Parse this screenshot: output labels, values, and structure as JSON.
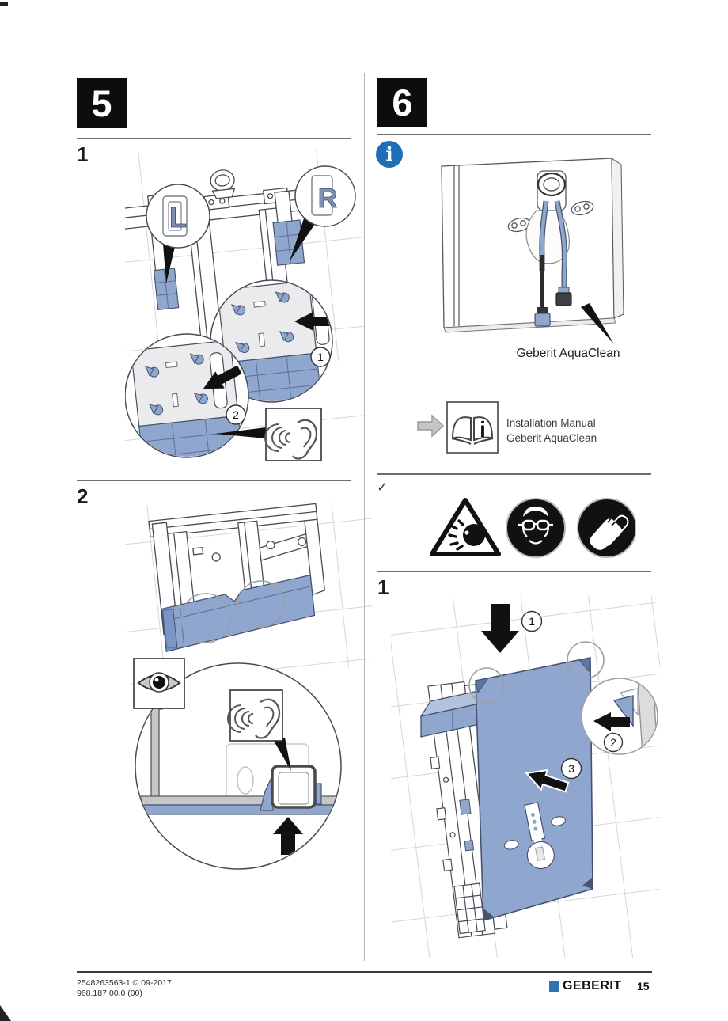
{
  "colors": {
    "panel_blue": "#8FA7CE",
    "panel_blue_dark": "#47536e",
    "info_blue": "#1E6FB8",
    "brand_blue": "#2E74B5"
  },
  "left": {
    "section_number": "5",
    "step1_label": "1",
    "step2_label": "2",
    "fig1": {
      "marker_left": "L",
      "marker_right": "R",
      "callout1": "1",
      "callout2": "2"
    }
  },
  "right": {
    "section_number": "6",
    "info_glyph": "i",
    "product_label": "Geberit AquaClean",
    "manual_note": {
      "line1": "Installation Manual",
      "line2": "Geberit AquaClean"
    },
    "book_glyph": "i",
    "prereq_check": "✓",
    "step1_label": "1",
    "fig1": {
      "callout1": "1",
      "callout2": "2",
      "callout3": "3"
    }
  },
  "footer": {
    "doc_code": "2548263563-1 © 09-2017",
    "part_code": "968.187.00.0 (00)",
    "brand": "GEBERIT",
    "page_number": "15"
  },
  "icons": [
    "info-icon",
    "ear-icon",
    "eye-icon",
    "proceed-arrow-icon",
    "installation-manual-icon",
    "flying-particles-warning-icon",
    "eye-protection-icon",
    "protective-gloves-icon"
  ]
}
